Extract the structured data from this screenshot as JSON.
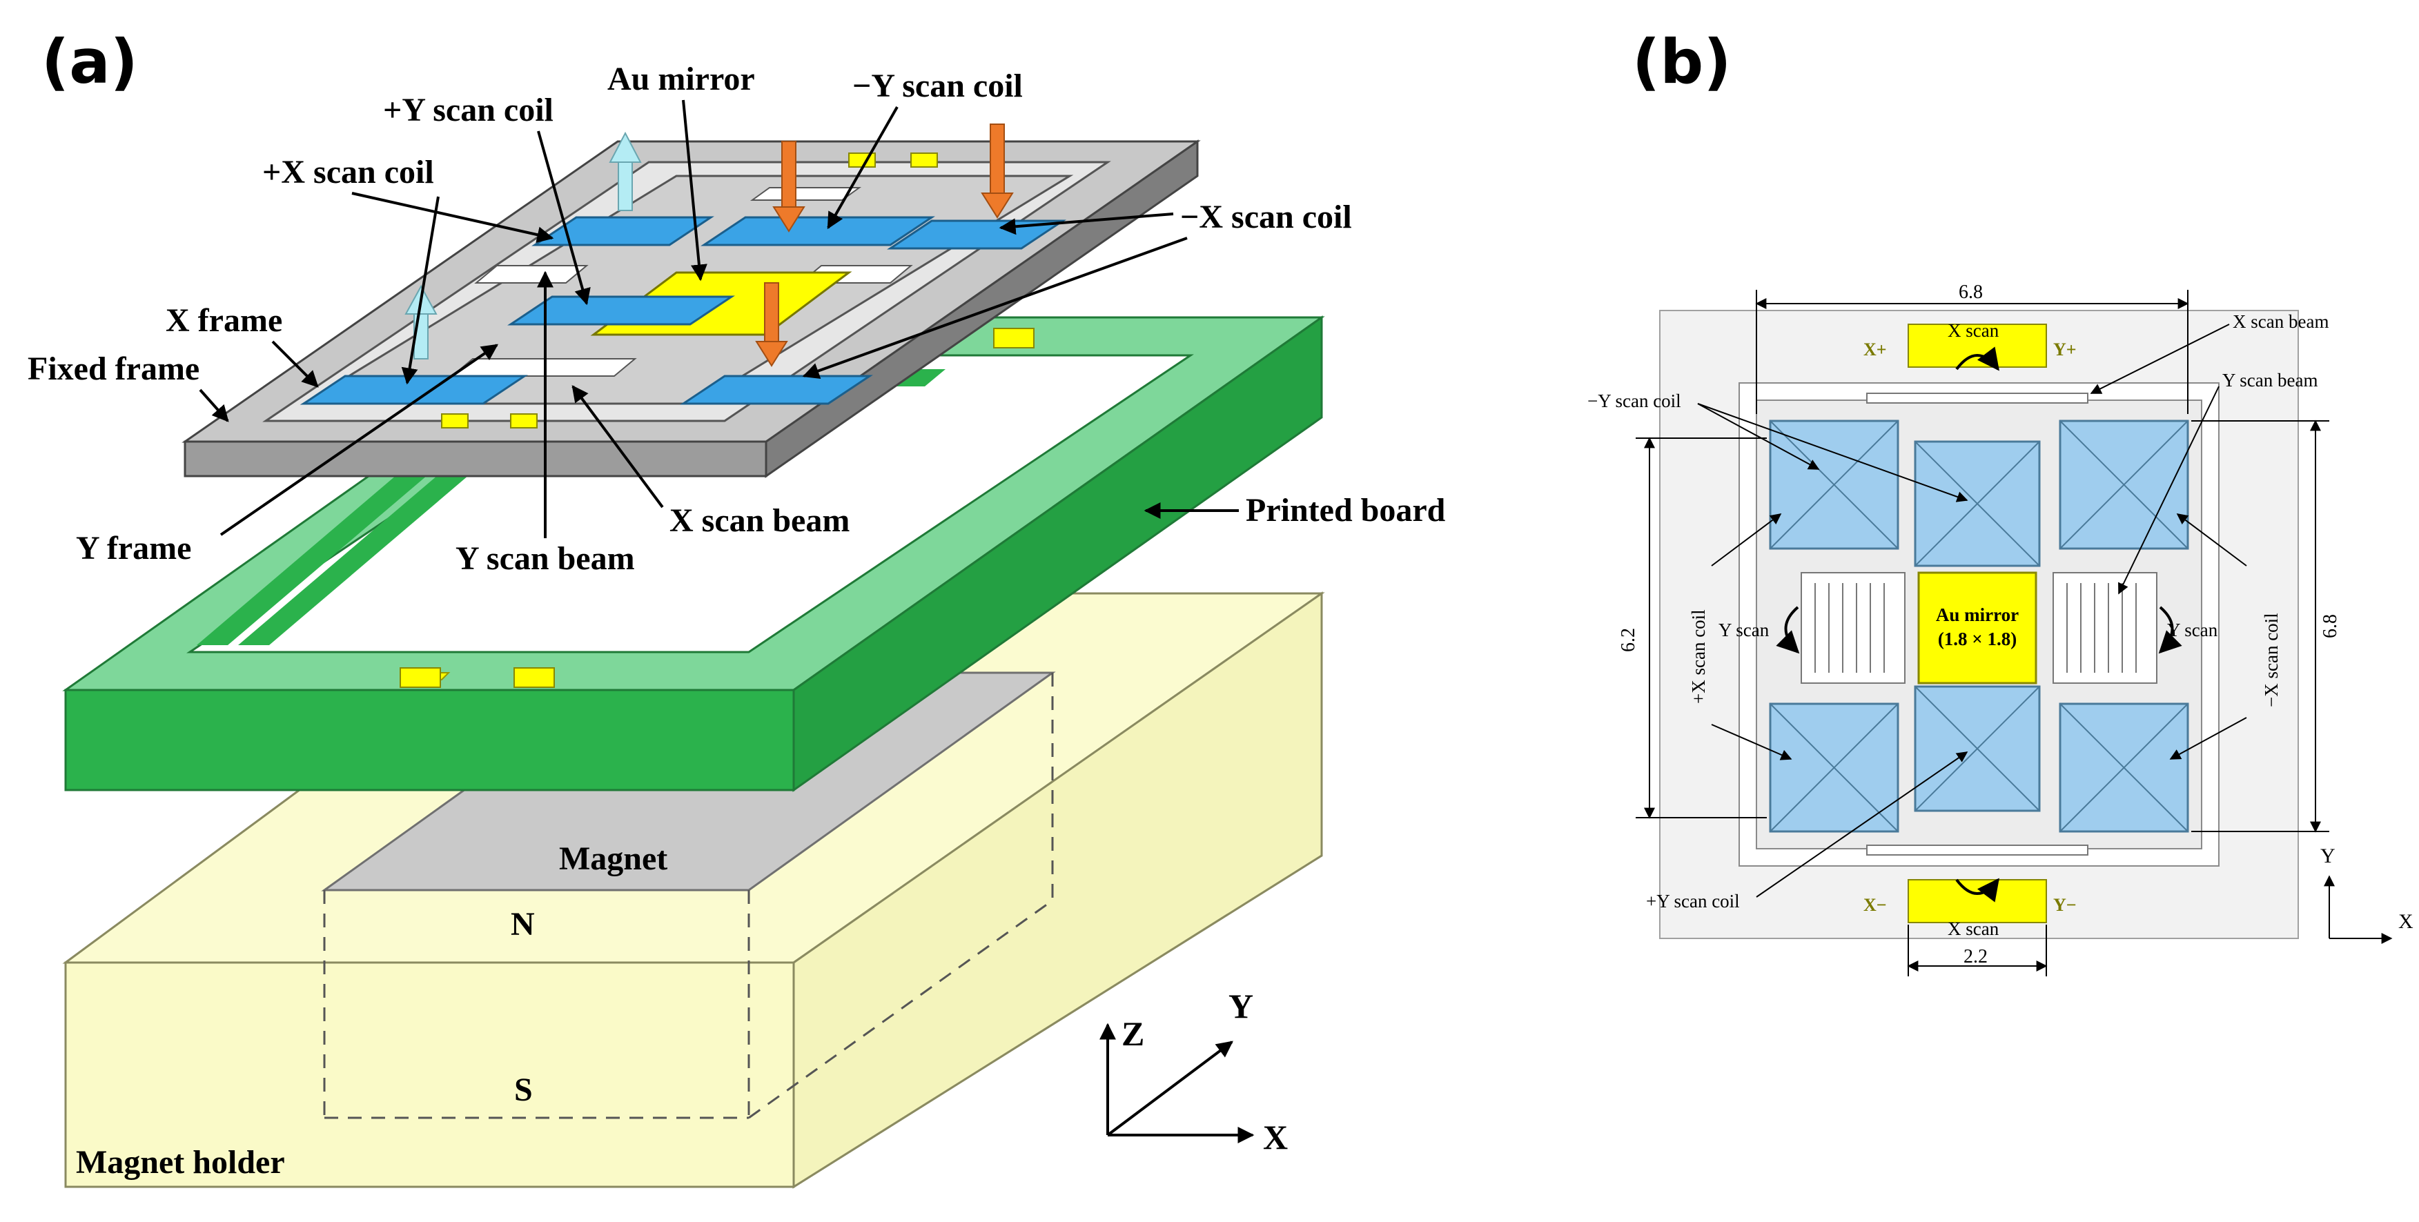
{
  "panels": {
    "a": "(a)",
    "b": "(b)"
  },
  "panel_a": {
    "labels": {
      "au_mirror": "Au mirror",
      "plus_y_coil": "+Y scan coil",
      "minus_y_coil": "−Y scan coil",
      "plus_x_coil": "+X scan coil",
      "minus_x_coil": "−X scan coil",
      "x_frame": "X frame",
      "fixed_frame": "Fixed frame",
      "y_frame": "Y frame",
      "x_scan_beam": "X scan beam",
      "y_scan_beam": "Y scan beam",
      "printed_board": "Printed board",
      "magnet": "Magnet",
      "north": "N",
      "south": "S",
      "magnet_holder": "Magnet holder"
    },
    "axes": {
      "z": "Z",
      "y": "Y",
      "x": "X"
    },
    "colors": {
      "coil": "#3aa3e6",
      "mirror": "#ffff00",
      "board": "#2bb24c",
      "board_top": "#7ed79a",
      "holder": "#fafac8",
      "magnet": "#c9c9c9",
      "chip": "#c8c8c8",
      "force_up": "#b4ecf4",
      "force_down": "#ee7a2a"
    }
  },
  "panel_b": {
    "labels": {
      "x_scan_beam": "X scan beam",
      "y_scan_beam": "Y scan beam",
      "minus_y_coil": "−Y scan coil",
      "plus_x_coil": "+X scan coil",
      "minus_x_coil": "−X scan coil",
      "plus_y_coil": "+Y scan coil",
      "y_scan_left": "Y scan",
      "y_scan_right": "Y scan",
      "x_scan_top": "X scan",
      "x_scan_bottom": "X scan",
      "mirror_line1": "Au mirror",
      "mirror_line2": "(1.8 × 1.8)"
    },
    "pads": {
      "top_left": "X+",
      "top_right": "Y+",
      "bottom_left": "X−",
      "bottom_right": "Y−"
    },
    "dimensions": {
      "top": "6.8",
      "left": "6.2",
      "right": "6.8",
      "bottom": "2.2"
    },
    "axes": {
      "y": "Y",
      "x": "X"
    },
    "colors": {
      "coil": "#9fcdee",
      "mirror": "#ffff00",
      "pad": "#ffff00"
    }
  }
}
